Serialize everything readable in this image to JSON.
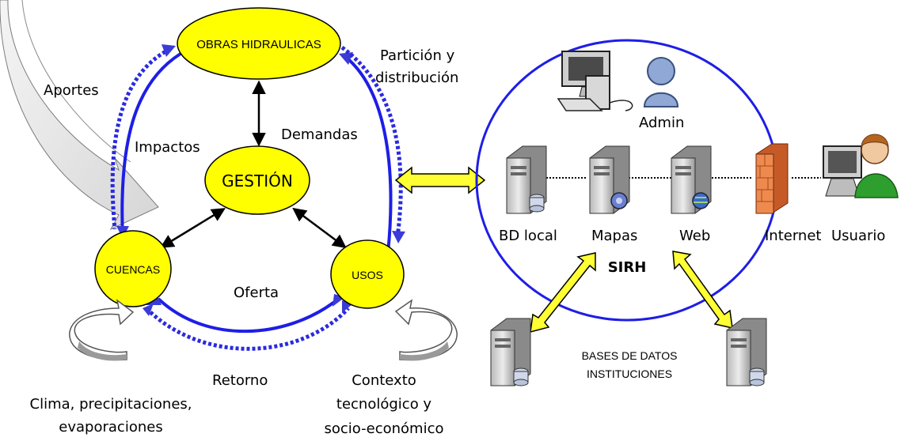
{
  "nodes": {
    "obras": "OBRAS HIDRAULICAS",
    "gestion": "GESTIÓN",
    "cuencas": "CUENCAS",
    "usos": "USOS"
  },
  "labels": {
    "aportes": "Aportes",
    "particion_1": "Partición y",
    "particion_2": "distribución",
    "impactos": "Impactos",
    "demandas": "Demandas",
    "oferta": "Oferta",
    "retorno": "Retorno",
    "clima_1": "Clima, precipitaciones,",
    "clima_2": "evaporaciones",
    "contexto_1": "Contexto",
    "contexto_2": "tecnológico y",
    "contexto_3": "socio-económico"
  },
  "sirh": {
    "admin": "Admin",
    "bd_local": "BD local",
    "mapas": "Mapas",
    "web": "Web",
    "internet": "Internet",
    "usuario": "Usuario",
    "title": "SIRH",
    "bases_1": "BASES DE DATOS",
    "bases_2": "INSTITUCIONES"
  },
  "colors": {
    "node_fill": "#ffff00",
    "cycle_blue": "#1e1ee6",
    "dashed_blue": "#2a2ae0",
    "arrow_yellow": "#ffff33",
    "firewall": "#e8733a",
    "user_shirt": "#2e9e2e"
  }
}
